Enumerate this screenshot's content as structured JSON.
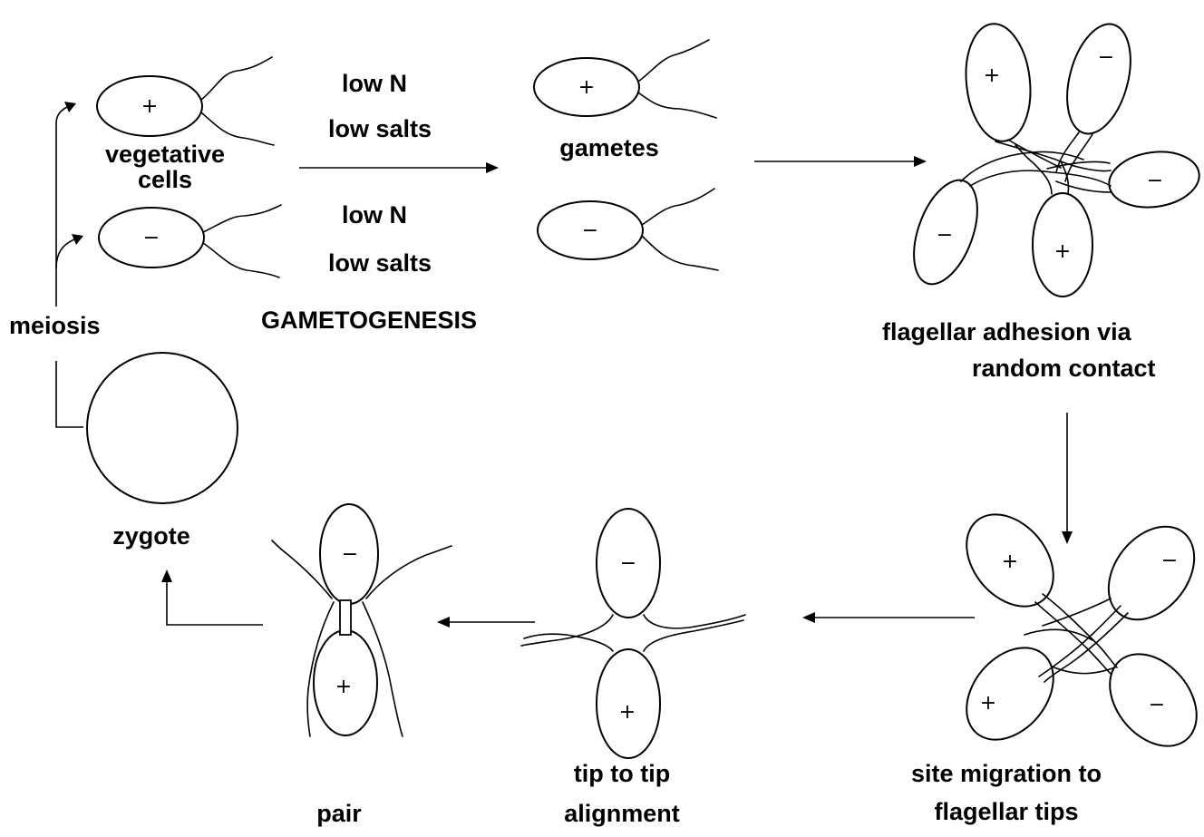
{
  "labels": {
    "vegetative_1": "vegetative",
    "vegetative_2": "cells",
    "low_n_top": "low N",
    "low_salts_top": "low salts",
    "low_n_bottom": "low N",
    "low_salts_bottom": "low salts",
    "gametes": "gametes",
    "gametogenesis": "GAMETOGENESIS",
    "meiosis": "meiosis",
    "flagellar_adhesion_1": "flagellar  adhesion via",
    "flagellar_adhesion_2": "random  contact",
    "zygote": "zygote",
    "site_migration_1": "site migration to",
    "site_migration_2": "flagellar  tips",
    "tip_alignment_1": "tip to tip",
    "tip_alignment_2": "alignment",
    "pair": "pair"
  },
  "signs": {
    "plus": "+",
    "minus": "−"
  }
}
